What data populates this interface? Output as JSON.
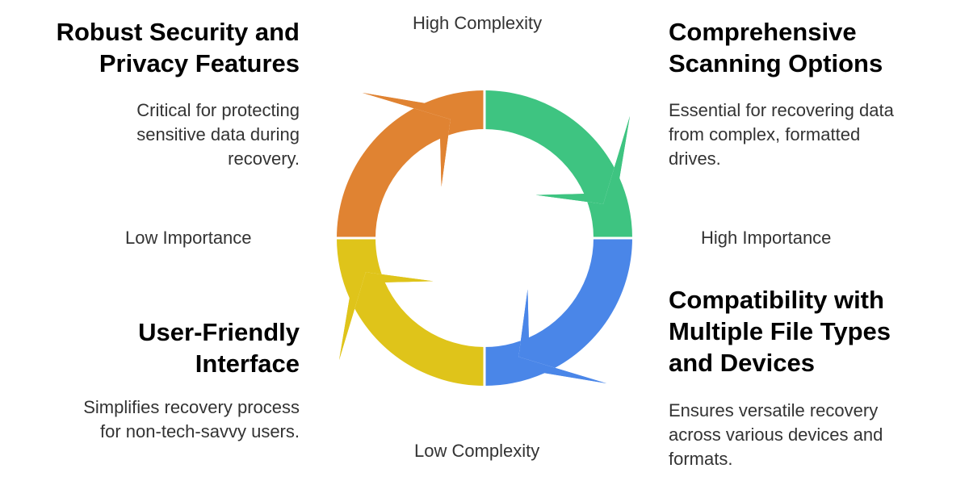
{
  "axes": {
    "top": "High Complexity",
    "bottom": "Low Complexity",
    "left": "Low Importance",
    "right": "High Importance"
  },
  "quadrants": {
    "top_left": {
      "title_lines": [
        "Robust Security and",
        "Privacy Features"
      ],
      "description_lines": [
        "Critical for protecting",
        "sensitive data during",
        "recovery."
      ],
      "color": "#E08332"
    },
    "top_right": {
      "title_lines": [
        "Comprehensive",
        "Scanning Options"
      ],
      "description_lines": [
        "Essential for recovering data",
        "from complex, formatted",
        "drives."
      ],
      "color": "#4A86E8"
    },
    "bottom_left": {
      "title_lines": [
        "User-Friendly",
        "Interface"
      ],
      "description_lines": [
        "Simplifies recovery process",
        "for non-tech-savvy users."
      ],
      "color": "#DFC41A"
    },
    "bottom_right": {
      "title_lines": [
        "Compatibility with",
        "Multiple File Types",
        "and Devices"
      ],
      "description_lines": [
        "Ensures versatile recovery",
        "across various devices and",
        "formats."
      ],
      "color": "#E08332"
    }
  },
  "cycle": {
    "segment_colors": {
      "top_left": "#E08332",
      "top_right": "#3EC481",
      "bottom_right": "#4A86E8",
      "bottom_left": "#DFC41A"
    }
  }
}
